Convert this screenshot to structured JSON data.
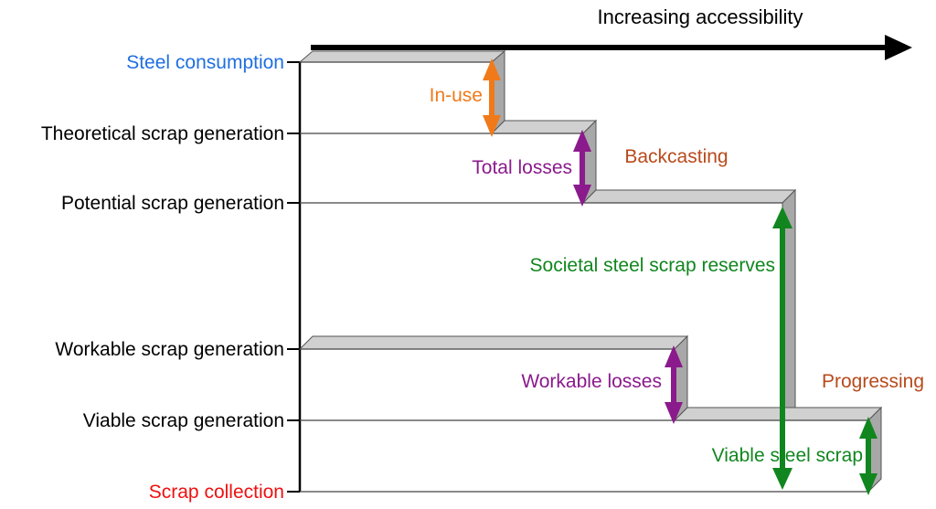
{
  "header": {
    "title": "Increasing accessibility"
  },
  "levels": {
    "steel_consumption": "Steel consumption",
    "theoretical": "Theoretical scrap generation",
    "potential": "Potential scrap generation",
    "workable": "Workable scrap generation",
    "viable": "Viable scrap generation",
    "collection": "Scrap collection"
  },
  "annotations": {
    "in_use": "In-use",
    "total_losses": "Total losses",
    "backcasting": "Backcasting",
    "reserves": "Societal steel scrap reserves",
    "workable_losses": "Workable losses",
    "progressing": "Progressing",
    "viable_scrap": "Viable steel scrap"
  },
  "colors": {
    "steel_consumption": "#1f6fe0",
    "collection": "#ee1111",
    "black": "#000000",
    "orange": "#f07a1a",
    "purple": "#8b1a8c",
    "green": "#11861f",
    "brown": "#b84a1c",
    "step_top": "#d0d0d0",
    "step_side": "#a8a8a8"
  }
}
